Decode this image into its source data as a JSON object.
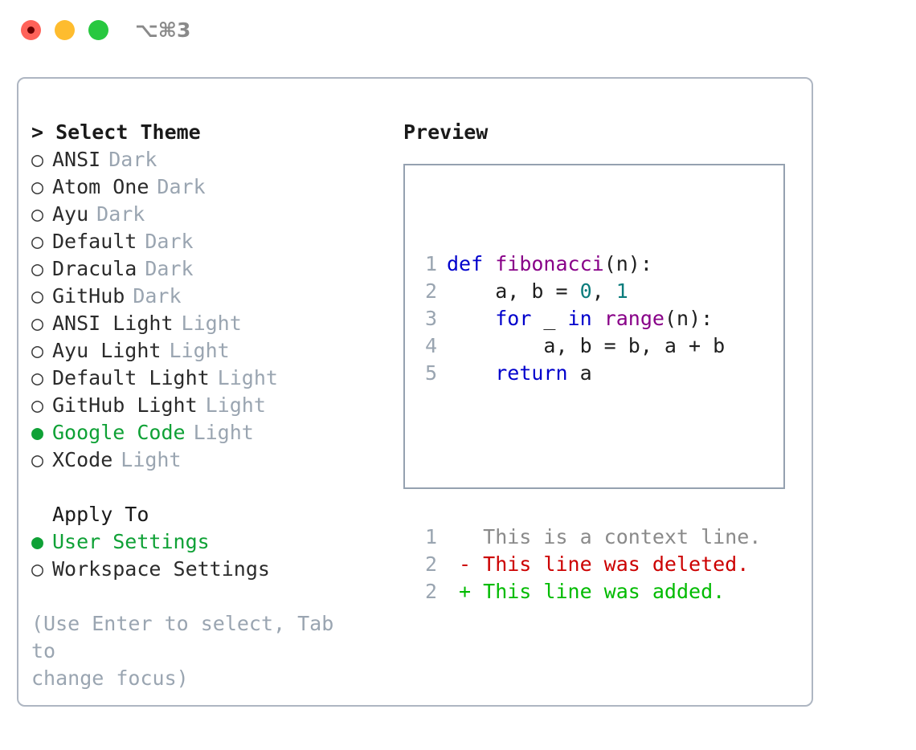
{
  "titlebar": {
    "shortcut": "⌥⌘3",
    "lights": [
      {
        "name": "close",
        "color": "#ff6259"
      },
      {
        "name": "minimize",
        "color": "#febc2e"
      },
      {
        "name": "maximize",
        "color": "#28c840"
      }
    ]
  },
  "theme_picker": {
    "header": "> Select Theme",
    "options": [
      {
        "bullet": "○",
        "label": "ANSI",
        "tag": "Dark",
        "selected": false
      },
      {
        "bullet": "○",
        "label": "Atom One",
        "tag": "Dark",
        "selected": false
      },
      {
        "bullet": "○",
        "label": "Ayu",
        "tag": "Dark",
        "selected": false
      },
      {
        "bullet": "○",
        "label": "Default",
        "tag": "Dark",
        "selected": false
      },
      {
        "bullet": "○",
        "label": "Dracula",
        "tag": "Dark",
        "selected": false
      },
      {
        "bullet": "○",
        "label": "GitHub",
        "tag": "Dark",
        "selected": false
      },
      {
        "bullet": "○",
        "label": "ANSI Light",
        "tag": "Light",
        "selected": false
      },
      {
        "bullet": "○",
        "label": "Ayu Light",
        "tag": "Light",
        "selected": false
      },
      {
        "bullet": "○",
        "label": "Default Light",
        "tag": "Light",
        "selected": false
      },
      {
        "bullet": "○",
        "label": "GitHub Light",
        "tag": "Light",
        "selected": false
      },
      {
        "bullet": "●",
        "label": "Google Code",
        "tag": "Light",
        "selected": true
      },
      {
        "bullet": "○",
        "label": "XCode",
        "tag": "Light",
        "selected": false
      }
    ]
  },
  "apply_to": {
    "title": "Apply To",
    "options": [
      {
        "bullet": "●",
        "label": "User Settings",
        "selected": true
      },
      {
        "bullet": "○",
        "label": "Workspace Settings",
        "selected": false
      }
    ]
  },
  "hint": "(Use Enter to select, Tab to\nchange focus)",
  "preview": {
    "title": "Preview",
    "code_lines": [
      {
        "no": "1",
        "tokens": [
          {
            "t": "def ",
            "c": "kw"
          },
          {
            "t": "fibonacci",
            "c": "fn"
          },
          {
            "t": "(n):",
            "c": "txt"
          }
        ]
      },
      {
        "no": "2",
        "tokens": [
          {
            "t": "    a, b = ",
            "c": "txt"
          },
          {
            "t": "0",
            "c": "num"
          },
          {
            "t": ", ",
            "c": "txt"
          },
          {
            "t": "1",
            "c": "num"
          }
        ]
      },
      {
        "no": "3",
        "tokens": [
          {
            "t": "    ",
            "c": "txt"
          },
          {
            "t": "for",
            "c": "kw"
          },
          {
            "t": " _ ",
            "c": "txt"
          },
          {
            "t": "in",
            "c": "kw"
          },
          {
            "t": " ",
            "c": "txt"
          },
          {
            "t": "range",
            "c": "fn"
          },
          {
            "t": "(n):",
            "c": "txt"
          }
        ]
      },
      {
        "no": "4",
        "tokens": [
          {
            "t": "        a, b = b, a + b",
            "c": "txt"
          }
        ]
      },
      {
        "no": "5",
        "tokens": [
          {
            "t": "    ",
            "c": "txt"
          },
          {
            "t": "return",
            "c": "kw"
          },
          {
            "t": " a",
            "c": "txt"
          }
        ]
      }
    ],
    "diff_lines": [
      {
        "no": "1",
        "tokens": [
          {
            "t": "   This is a context line.",
            "c": "ctx"
          }
        ]
      },
      {
        "no": "2",
        "tokens": [
          {
            "t": " - This line was deleted.",
            "c": "del"
          }
        ]
      },
      {
        "no": "2",
        "tokens": [
          {
            "t": " + This line was added.",
            "c": "add"
          }
        ]
      }
    ]
  },
  "colors": {
    "accent_green": "#0fa136",
    "muted": "#9aa5b1",
    "border": "#aeb6c2",
    "panel_border": "#95a1b0",
    "keyword": "#0000cc",
    "function": "#880088",
    "number": "#0b7c7c",
    "diff_deleted": "#cc0000",
    "diff_added": "#00bb00"
  }
}
